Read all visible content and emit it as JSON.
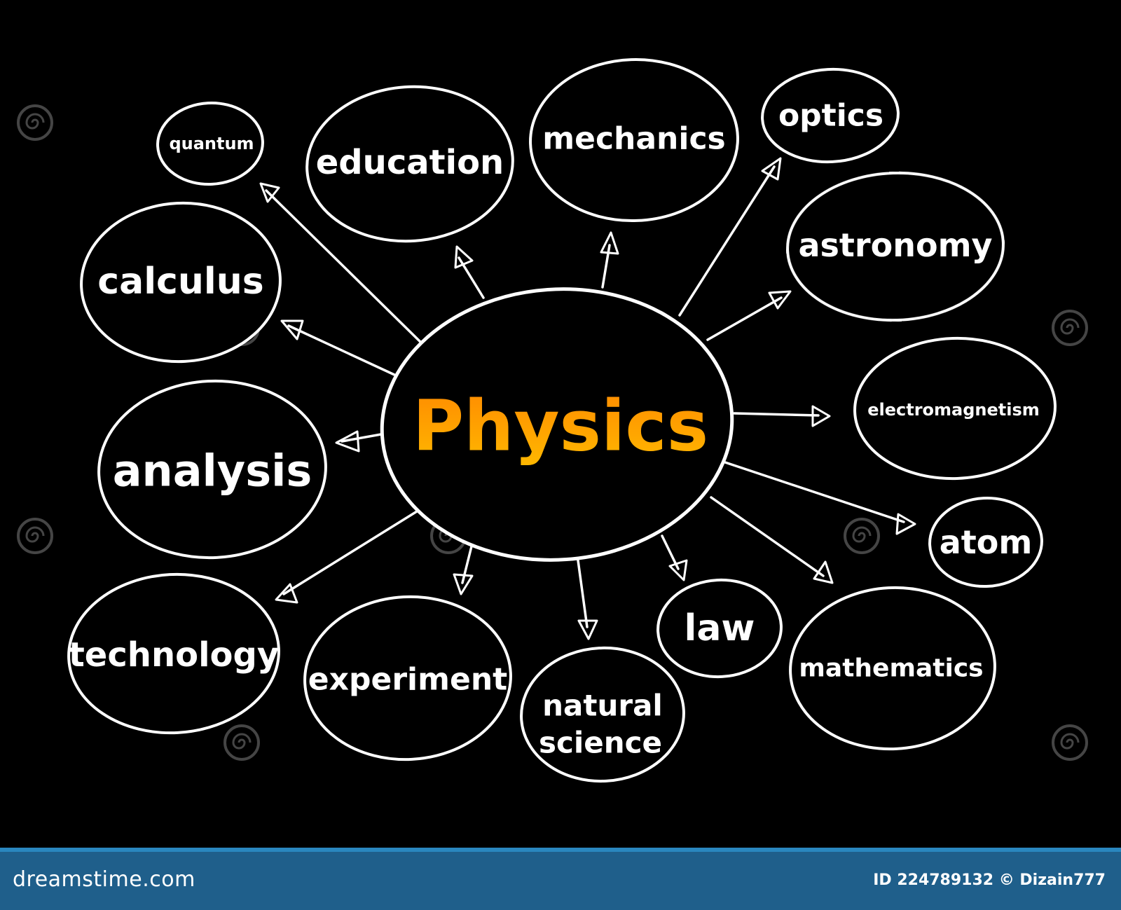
{
  "center": {
    "label": "Physics"
  },
  "nodes": [
    {
      "id": "quantum",
      "label": "quantum"
    },
    {
      "id": "education",
      "label": "education"
    },
    {
      "id": "mechanics",
      "label": "mechanics"
    },
    {
      "id": "optics",
      "label": "optics"
    },
    {
      "id": "astronomy",
      "label": "astronomy"
    },
    {
      "id": "calculus",
      "label": "calculus"
    },
    {
      "id": "electromagnetism",
      "label": "electromagnetism"
    },
    {
      "id": "analysis",
      "label": "analysis"
    },
    {
      "id": "atom",
      "label": "atom"
    },
    {
      "id": "technology",
      "label": "technology"
    },
    {
      "id": "experiment",
      "label": "experiment"
    },
    {
      "id": "natural_science",
      "label_line1": "natural",
      "label_line2": "science"
    },
    {
      "id": "law",
      "label": "law"
    },
    {
      "id": "mathematics",
      "label": "mathematics"
    }
  ],
  "watermark": {
    "text": "dreamstime"
  },
  "footer": {
    "logo": "dreamstime.com",
    "credit": "ID 224789132 © Dizain777"
  },
  "colors": {
    "background": "#000000",
    "stroke": "#ffffff",
    "center_gradient_top": "#ff8a00",
    "center_gradient_bottom": "#ffb400",
    "footer": "#1f5f8b"
  }
}
